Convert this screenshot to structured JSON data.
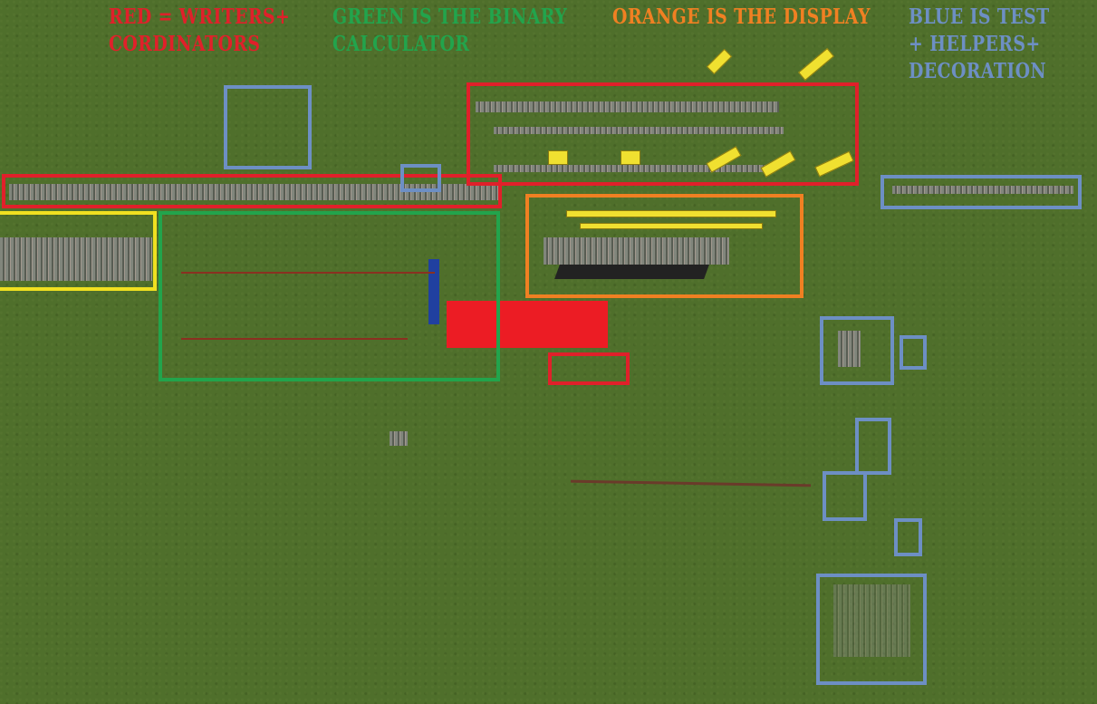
{
  "legend": {
    "red": {
      "lines": [
        "Red = Writers+",
        "Cordinators"
      ],
      "color": "#e0202a"
    },
    "green": {
      "lines": [
        "Green is the binary",
        "calculator"
      ],
      "color": "#22a44c"
    },
    "orange": {
      "lines": [
        "Orange is the display"
      ],
      "color": "#f08022"
    },
    "blue": {
      "lines": [
        "Blue is test",
        "+ helpers+",
        "decoration"
      ],
      "color": "#6d8fc4"
    }
  },
  "colors": {
    "yellow": "#f0e020",
    "background": "#4f6f2b"
  }
}
